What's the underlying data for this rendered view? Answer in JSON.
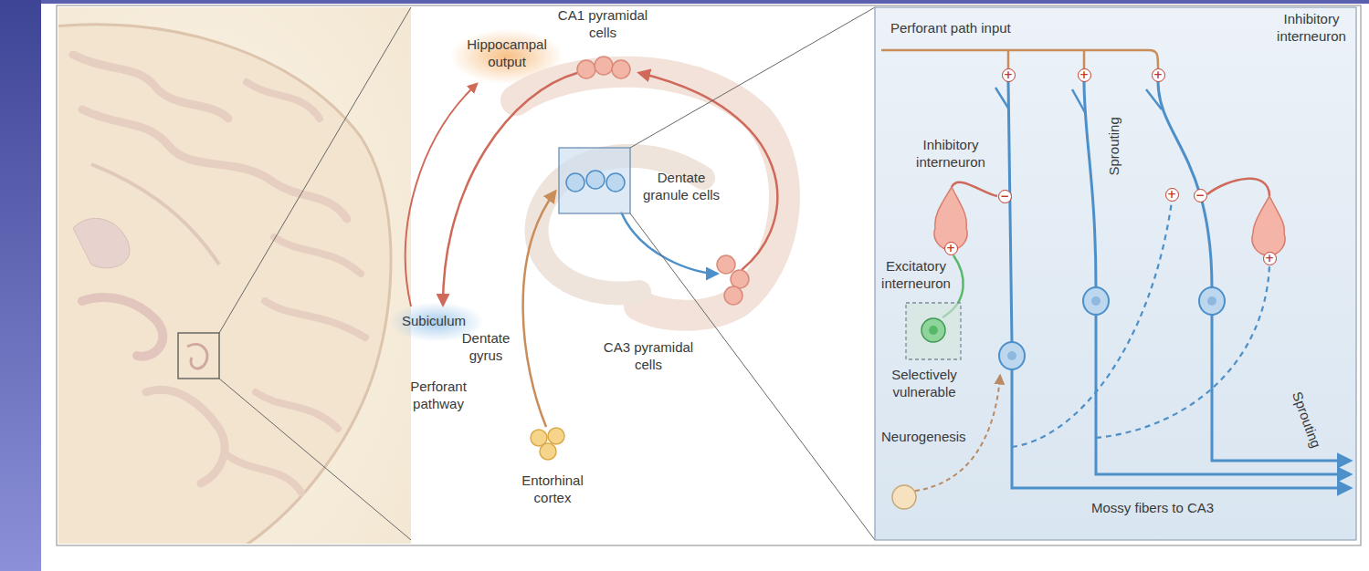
{
  "diagram": {
    "labels": [
      "CA1 pyramidal cells",
      "Hippocampal output",
      "Dentate granule cells",
      "Subiculum",
      "Dentate gyrus",
      "CA3 pyramidal cells",
      "Perforant pathway",
      "Entorhinal cortex",
      "Perforant path input",
      "Inhibitory interneuron",
      "+",
      "+",
      "+",
      "Inhibitory interneuron",
      "−",
      "Sprouting",
      "+",
      "−",
      "+",
      "+",
      "Excitatory interneuron",
      "Selectively vulnerable",
      "Sprouting",
      "Neurogenesis",
      "Mossy fibers to CA3"
    ]
  }
}
